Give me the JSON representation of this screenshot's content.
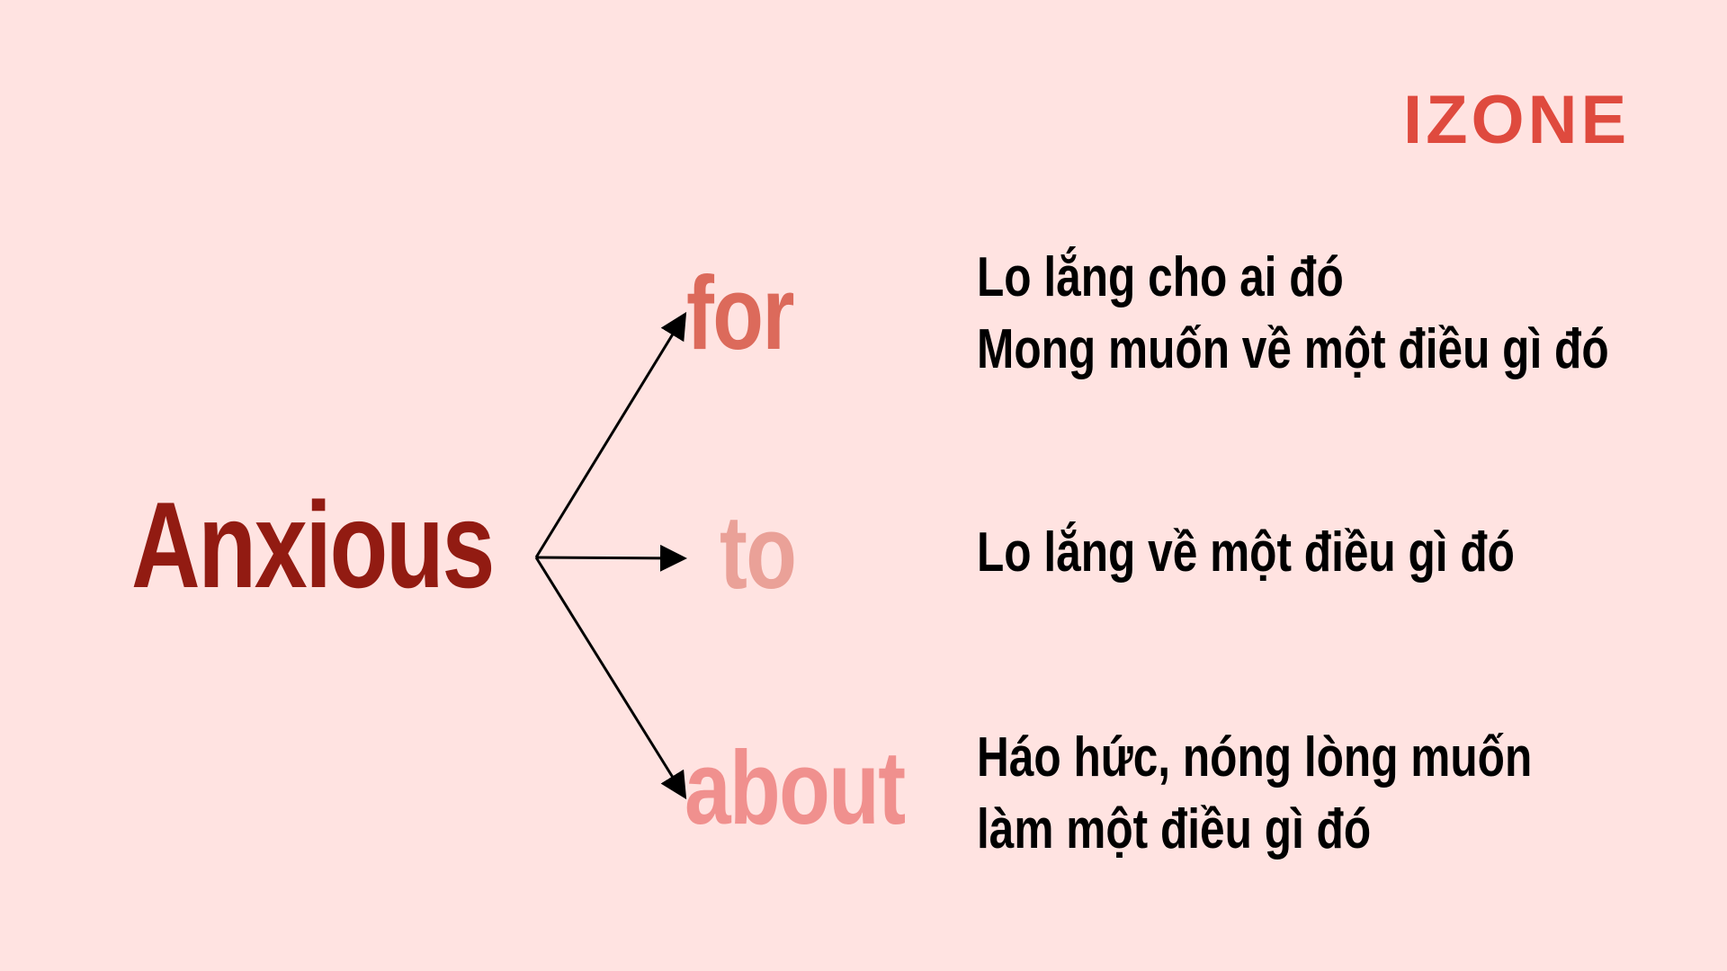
{
  "logo": "IZONE",
  "main_word": "Anxious",
  "branches": [
    {
      "preposition": "for",
      "color": "#dc6a5b",
      "meaning_lines": [
        "Lo lắng cho ai đó",
        "Mong muốn về một điều gì đó"
      ]
    },
    {
      "preposition": "to",
      "color": "#eaa198",
      "meaning_lines": [
        "Lo lắng về một điều gì đó"
      ]
    },
    {
      "preposition": "about",
      "color": "#f0908e",
      "meaning_lines": [
        "Háo hức, nóng lòng muốn",
        "làm một điều gì đó"
      ]
    }
  ],
  "colors": {
    "background": "#ffe3e1",
    "logo": "#df4a3e",
    "main_word": "#921b12",
    "text": "#000000",
    "arrow": "#000000"
  }
}
